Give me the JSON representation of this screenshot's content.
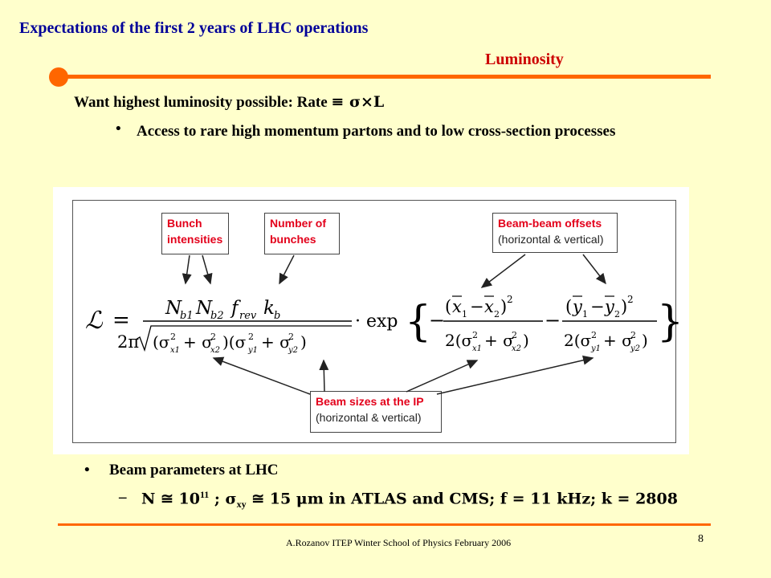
{
  "header": {
    "title": "Expectations of the first 2 years of LHC operations",
    "subtitle": "Luminosity"
  },
  "intro": {
    "lead_prefix": "Want highest luminosity possible: Rate ",
    "lead_formula": "≡ σ×L",
    "bullet_symbol": "•",
    "bullet_text": "Access to rare high momentum partons and to low cross-section processes"
  },
  "figure": {
    "labels": {
      "bunch_intensities": [
        "Bunch",
        "intensities"
      ],
      "number_of_bunches": [
        "Number of",
        "bunches"
      ],
      "beam_beam_offsets_title": "Beam-beam offsets",
      "beam_beam_offsets_sub": "(horizontal & vertical)",
      "beam_sizes_title": "Beam sizes at the IP",
      "beam_sizes_sub": "(horizontal & vertical)"
    }
  },
  "beam_params": {
    "bullet_symbol": "•",
    "heading": "Beam parameters at LHC",
    "dash": "–",
    "n_label": "N ≅ 10",
    "n_exp": "11",
    "sigma_label": " ; σ",
    "sigma_sub": "xy",
    "rest": " ≅ 15 μm in ATLAS and CMS; f = 11 kHz; k = 2808"
  },
  "footer": {
    "credit": "A.Rozanov ITEP Winter School of Physics   February 2006",
    "page_number": "8"
  },
  "colors": {
    "background": "#FFFFCC",
    "title": "#000099",
    "subtitle": "#CC0000",
    "accent": "#FF6600",
    "label_red": "#E3001B"
  }
}
